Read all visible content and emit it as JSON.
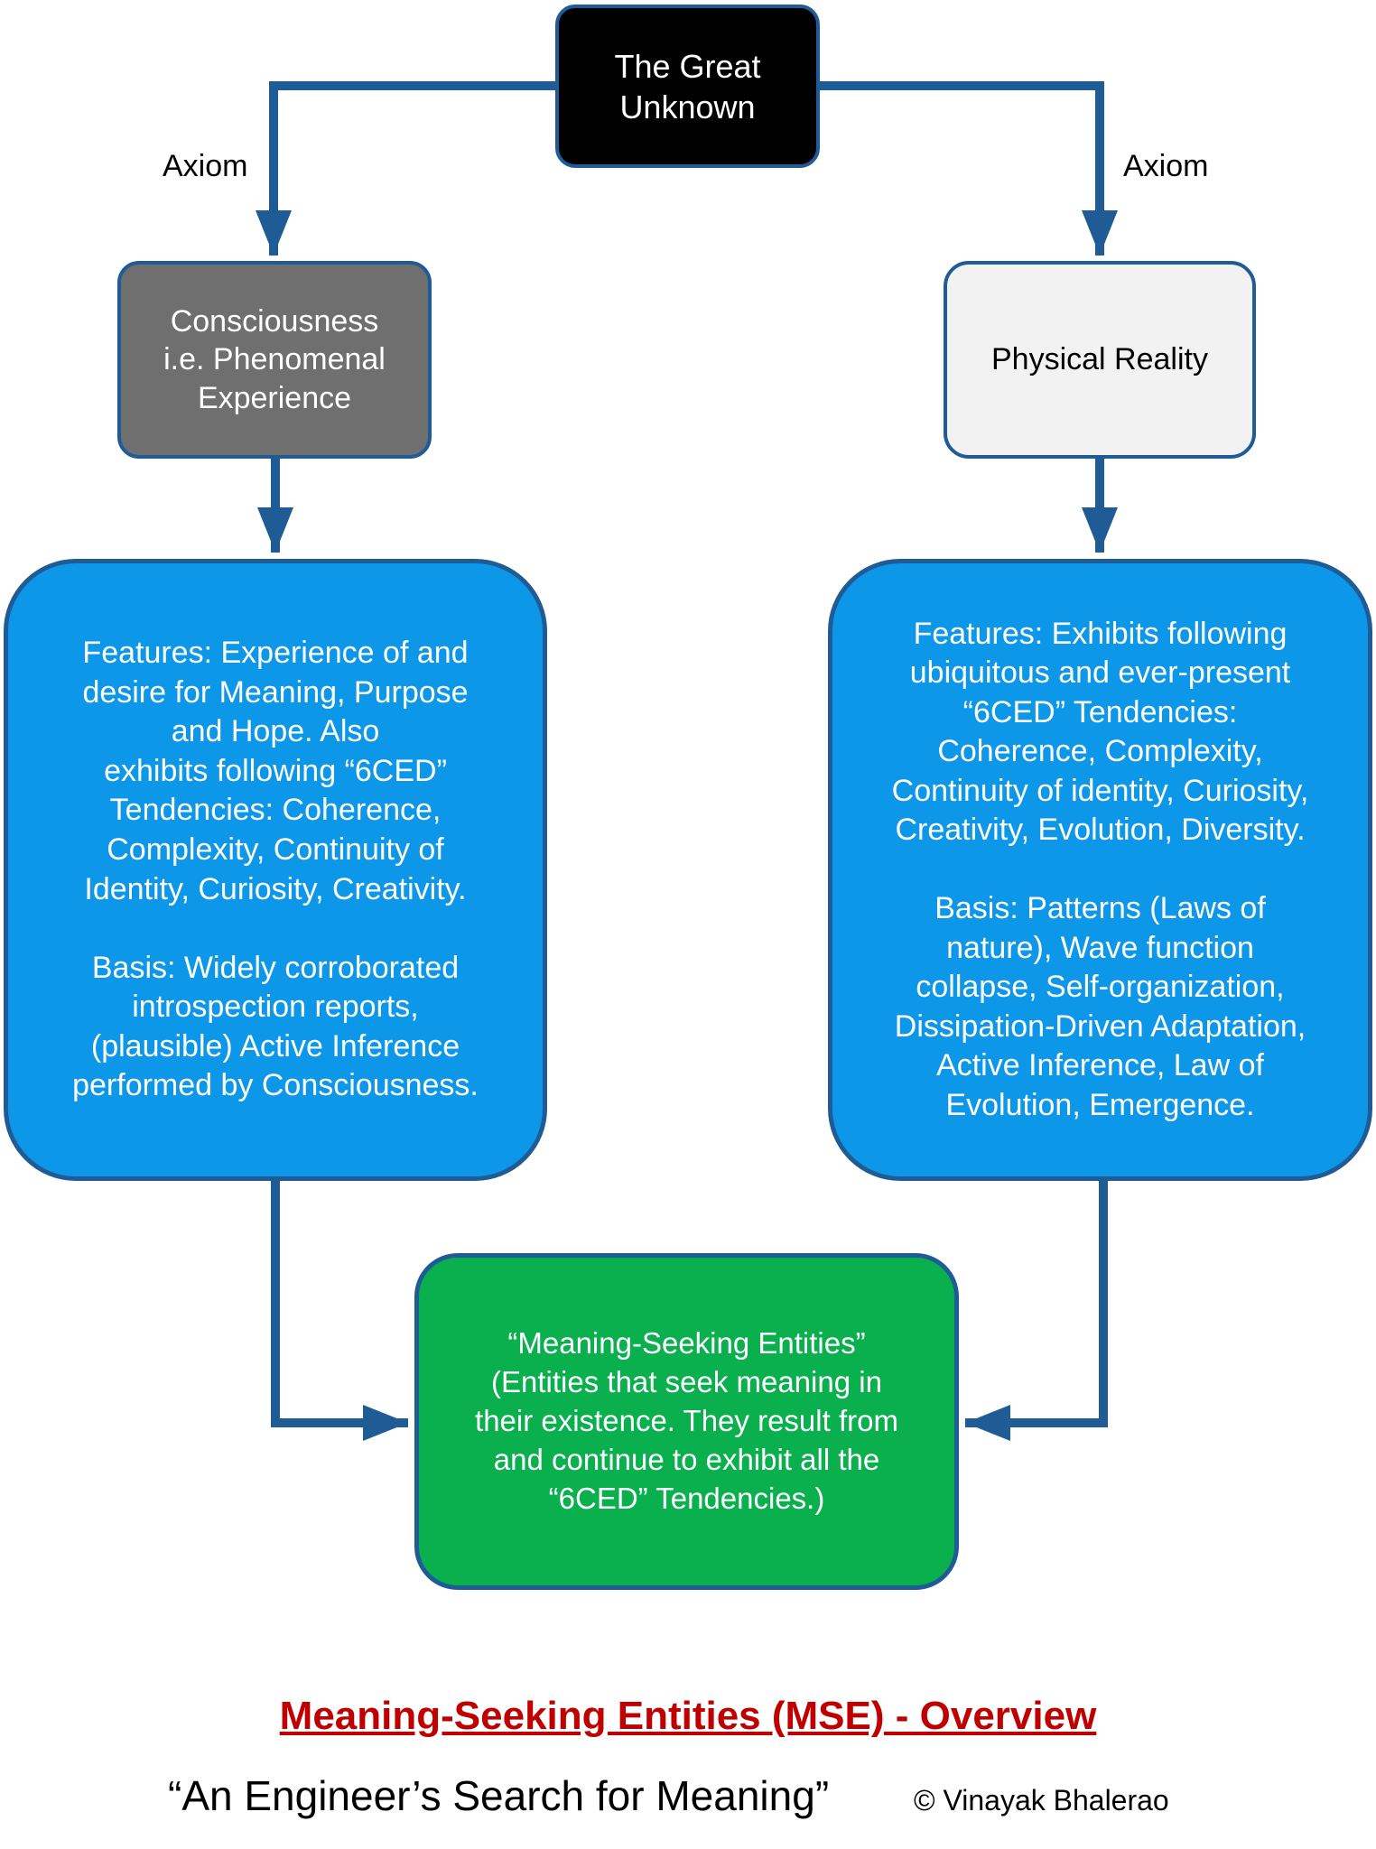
{
  "nodes": {
    "great_unknown": "The Great\nUnknown",
    "consciousness": "Consciousness\ni.e. Phenomenal\nExperience",
    "physical_reality": "Physical Reality",
    "consciousness_features": "Features: Experience of and\ndesire for Meaning, Purpose\nand Hope. Also\nexhibits following “6CED”\nTendencies: Coherence,\nComplexity, Continuity of\nIdentity, Curiosity, Creativity.\n\nBasis: Widely corroborated\nintrospection reports,\n(plausible) Active Inference\nperformed by Consciousness.",
    "physical_features": "Features: Exhibits following\nubiquitous and ever-present\n“6CED” Tendencies:\nCoherence, Complexity,\nContinuity of identity, Curiosity,\nCreativity, Evolution, Diversity.\n\nBasis: Patterns (Laws of\nnature), Wave function\ncollapse, Self-organization,\nDissipation-Driven Adaptation,\nActive Inference, Law of\nEvolution, Emergence.",
    "mse": "“Meaning-Seeking Entities”\n(Entities that seek meaning in\ntheir existence. They result from\nand continue to exhibit all the\n“6CED” Tendencies.)"
  },
  "edge_labels": {
    "axiom_left": "Axiom",
    "axiom_right": "Axiom"
  },
  "footer": {
    "title": "Meaning-Seeking Entities (MSE) - Overview",
    "subtitle": "“An Engineer’s Search for Meaning”",
    "copyright": "© Vinayak Bhalerao"
  },
  "colors": {
    "connector": "#1f5c96",
    "title_red": "#c00000",
    "box_blue": "#0d97e8",
    "box_green": "#0aaf4e",
    "box_gray": "#6f6f6f",
    "box_light": "#f2f2f2"
  }
}
